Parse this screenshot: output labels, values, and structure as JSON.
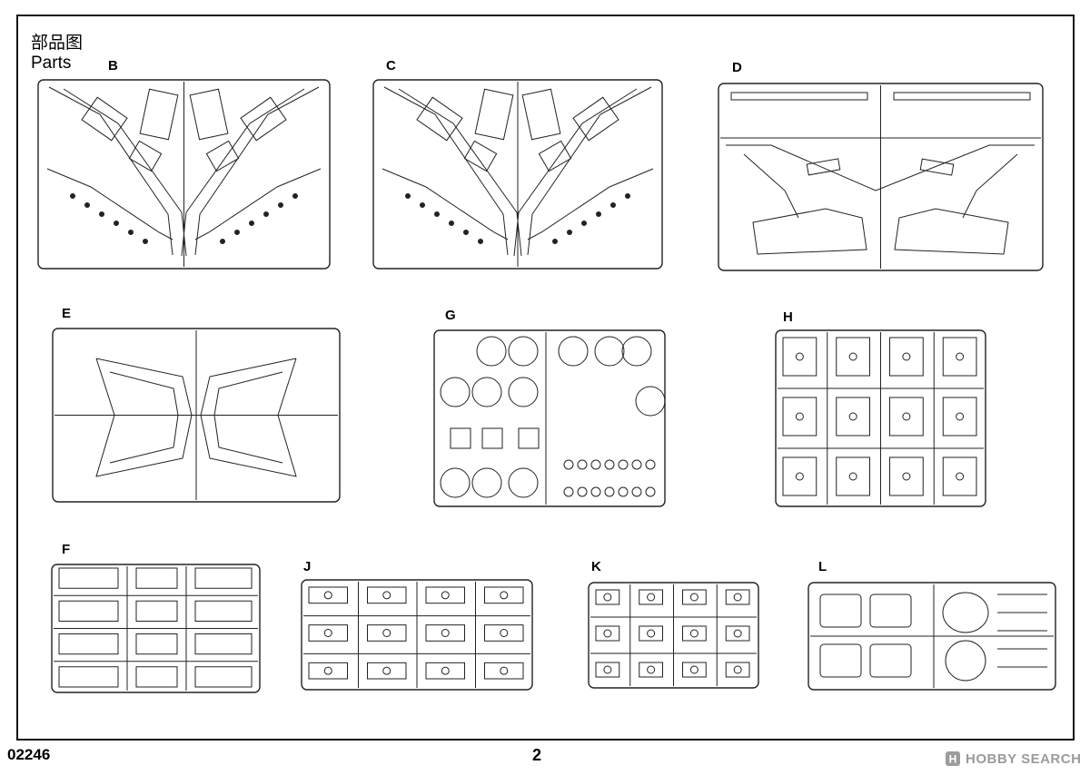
{
  "header": {
    "title_cn": "部品图",
    "title_en": "Parts"
  },
  "sprues": [
    {
      "label": "B",
      "kind": "wing-left"
    },
    {
      "label": "C",
      "kind": "wing-right"
    },
    {
      "label": "D",
      "kind": "fuselage"
    },
    {
      "label": "E",
      "kind": "star"
    },
    {
      "label": "G",
      "kind": "round-parts"
    },
    {
      "label": "H",
      "kind": "small-parts"
    },
    {
      "label": "F",
      "kind": "boxes"
    },
    {
      "label": "J",
      "kind": "small-parts"
    },
    {
      "label": "K",
      "kind": "small-parts"
    },
    {
      "label": "L",
      "kind": "cockpit"
    }
  ],
  "footer": {
    "product_code": "02246",
    "page_number": "2"
  },
  "watermark": {
    "text": "HOBBY SEARCH",
    "seal": "H",
    "color": "#9b9b9b"
  }
}
